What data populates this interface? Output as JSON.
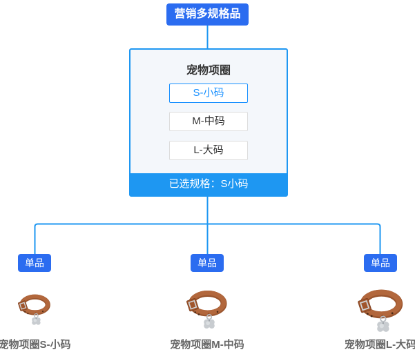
{
  "root_node": {
    "label": "营销多规格品"
  },
  "spec_panel": {
    "title": "宠物项圈",
    "options": [
      {
        "label": "S-小码",
        "selected": true
      },
      {
        "label": "M-中码",
        "selected": false
      },
      {
        "label": "L-大码",
        "selected": false
      }
    ],
    "footer_label": "已选规格：S小码"
  },
  "children": [
    {
      "node_label": "单品",
      "product_label": "宠物项圈S-小码",
      "image_name": "pet-collar-photo-small"
    },
    {
      "node_label": "单品",
      "product_label": "宠物项圈M-中码",
      "image_name": "pet-collar-photo-medium"
    },
    {
      "node_label": "单品",
      "product_label": "宠物项圈L-大码",
      "image_name": "pet-collar-photo-large"
    }
  ],
  "colors": {
    "node_blue": "#2b6cf0",
    "accent_blue": "#1e97f2",
    "selected_blue": "#1890ff",
    "panel_bg": "#f4f7fb",
    "label_gray": "#666666",
    "title_dark": "#333333"
  }
}
